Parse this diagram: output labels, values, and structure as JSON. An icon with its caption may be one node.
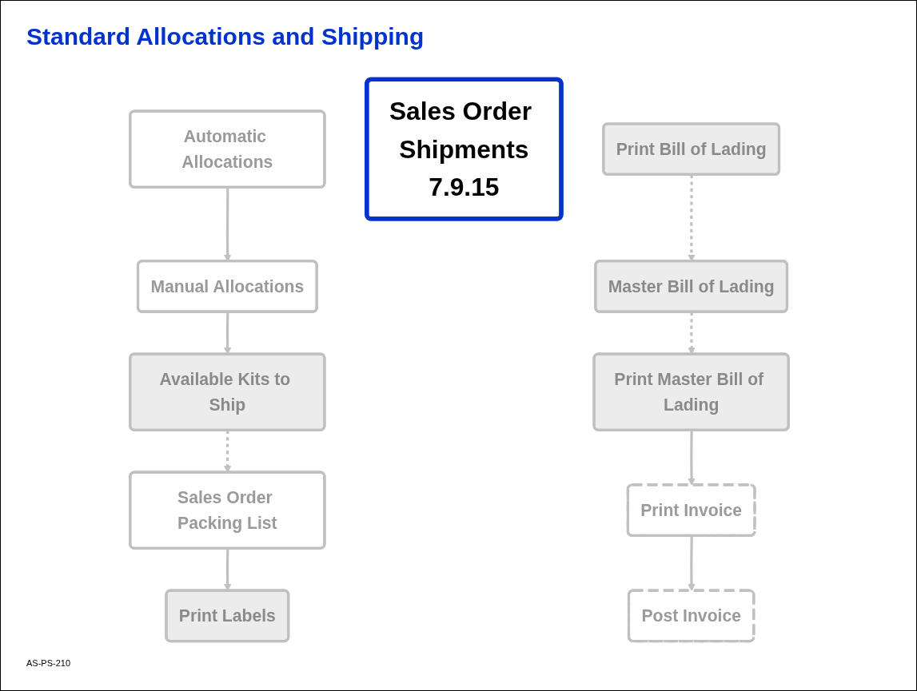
{
  "diagram": {
    "title": "Standard Allocations and Shipping",
    "nodes": [
      {
        "text": [
          "Automatic Allocations"
        ]
      },
      {
        "text": [
          "Manual Allocations"
        ]
      },
      {
        "text": [
          "Available Kits to Ship"
        ]
      },
      {
        "text": [
          "Sales Order Packing List"
        ]
      },
      {
        "text": [
          "Print Labels"
        ]
      },
      {
        "text": [
          "Sales Order Shipments",
          "7.9.15"
        ]
      },
      {
        "text": [
          "Print Bill of Lading"
        ]
      },
      {
        "text": [
          "Master Bill of Lading"
        ]
      },
      {
        "text": [
          "Print Master Bill of Lading"
        ]
      },
      {
        "text": [
          "Print Invoice"
        ]
      },
      {
        "text": [
          "Post Invoice"
        ]
      }
    ],
    "edges": [
      {
        "from": 0,
        "to": 1,
        "arrow": "to"
      },
      {
        "from": 1,
        "to": 2,
        "arrow": "to"
      },
      {
        "from": 2,
        "to": 3,
        "arrow": "to",
        "style": "dashed"
      },
      {
        "from": 3,
        "to": 4,
        "arrow": "to"
      },
      {
        "from": 6,
        "to": 7,
        "arrow": "to",
        "style": "dashed"
      },
      {
        "from": 7,
        "to": 8,
        "arrow": "to",
        "style": "dashed"
      },
      {
        "from": 8,
        "to": 9,
        "arrow": "to"
      },
      {
        "from": 9,
        "to": 10,
        "arrow": "to"
      }
    ],
    "labels": [
      "AS-PS-210"
    ]
  }
}
